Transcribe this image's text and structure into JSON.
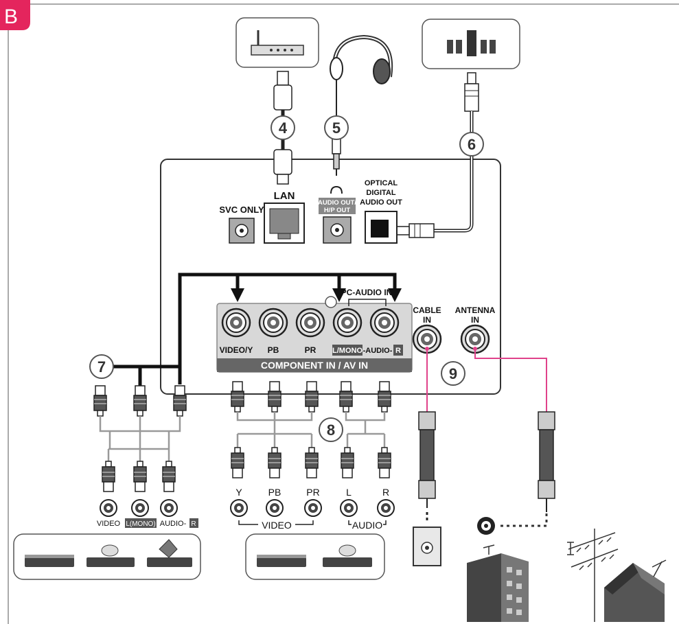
{
  "section_letter": "B",
  "callouts": {
    "c4": "4",
    "c5": "5",
    "c6": "6",
    "c7": "7",
    "c8": "8",
    "c9": "9"
  },
  "ports": {
    "svc_only": "SVC ONLY",
    "lan": "LAN",
    "audio_out_line1": "AUDIO OUT/",
    "audio_out_line2": "H/P OUT",
    "optical_line1": "OPTICAL",
    "optical_line2": "DIGITAL",
    "optical_line3": "AUDIO OUT",
    "pc_audio_in": "PC-AUDIO IN",
    "video_y": "VIDEO/Y",
    "pb": "PB",
    "pr": "PR",
    "l_mono": "L/MONO",
    "audio_r_prefix": "-AUDIO-",
    "r": "R",
    "component_bar": "COMPONENT IN / AV IN",
    "cable_in_1": "CABLE",
    "cable_in_2": "IN",
    "antenna_in_1": "ANTENNA",
    "antenna_in_2": "IN"
  },
  "left_device_jacks": {
    "video": "VIDEO",
    "l_mono": "L(MONO)",
    "audio": "AUDIO-",
    "r": "R"
  },
  "mid_device_jacks": {
    "y": "Y",
    "pb": "PB",
    "pr": "PR",
    "l": "L",
    "r": "R",
    "video_group": "VIDEO",
    "audio_group": "AUDIO"
  },
  "colors": {
    "accent": "#e4255d",
    "coax": "#e0418a",
    "panel_border": "#333333",
    "cable": "#111111"
  }
}
